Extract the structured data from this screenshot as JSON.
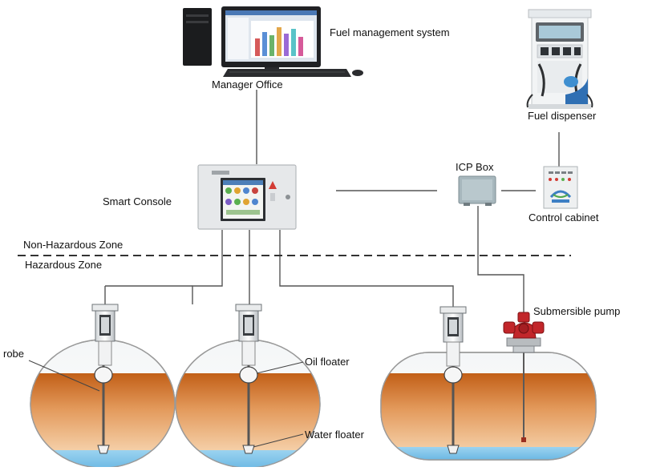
{
  "labels": {
    "fuel_management_system": "Fuel  management system",
    "manager_office": "Manager Office",
    "fuel_dispenser": "Fuel dispenser",
    "smart_console": "Smart Console",
    "icp_box": "ICP Box",
    "control_cabinet": "Control cabinet",
    "non_hazardous_zone": "Non-Hazardous Zone",
    "hazardous_zone": "Hazardous Zone",
    "submersible_pump": "Submersible pump",
    "probe": "robe",
    "oil_floater": "Oil floater",
    "water_floater": "Water floater"
  },
  "colors": {
    "fuel_top": "#c6651b",
    "fuel_bottom": "#f3c79a",
    "water": "#7ec3e8",
    "line": "#555555",
    "pump_red": "#c2262a",
    "tank_outline": "#999999"
  },
  "icons": {
    "computer": "desktop-computer-icon",
    "dispenser": "fuel-dispenser-icon",
    "console": "smart-console-icon",
    "icp": "icp-box-icon",
    "cabinet": "control-cabinet-icon",
    "pump": "submersible-pump-icon"
  }
}
